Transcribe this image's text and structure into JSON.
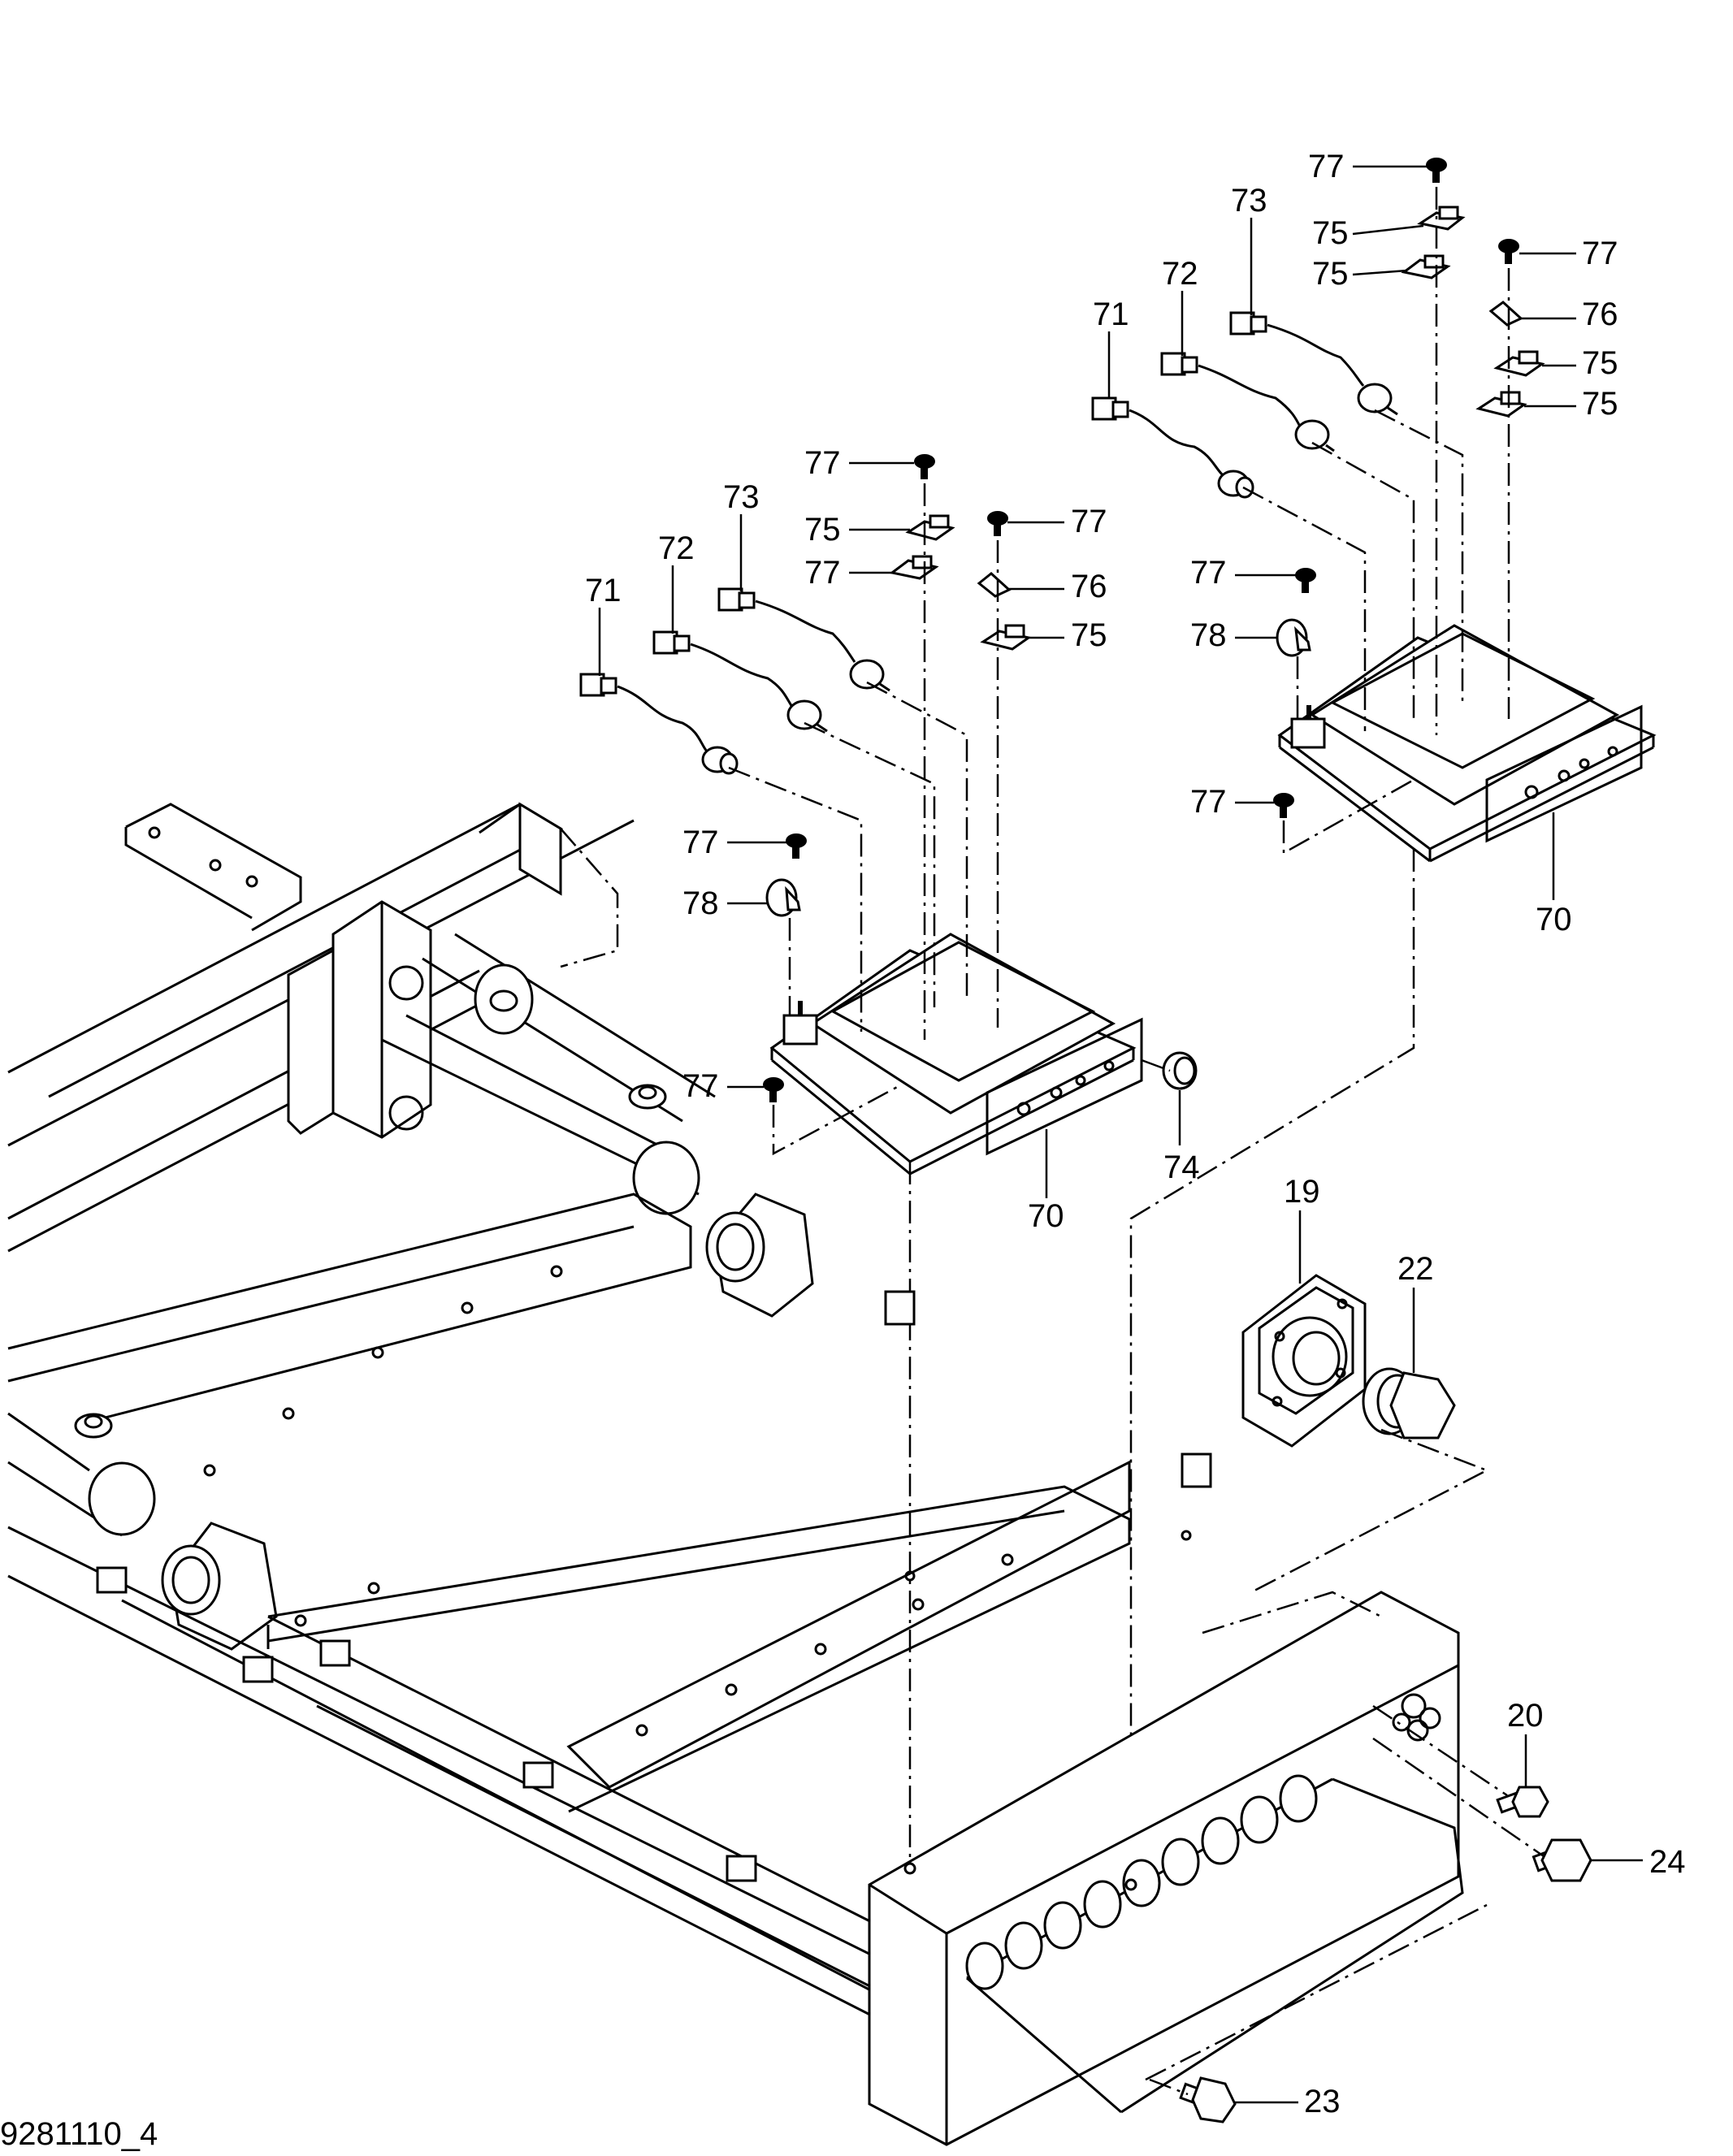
{
  "drawing": {
    "reference": "9281110_4",
    "callouts": {
      "p70": "70",
      "p71": "71",
      "p72": "72",
      "p73": "73",
      "p74": "74",
      "p75": "75",
      "p76": "76",
      "p77": "77",
      "p78": "78",
      "p19": "19",
      "p20": "20",
      "p22": "22",
      "p23": "23",
      "p24": "24"
    }
  }
}
